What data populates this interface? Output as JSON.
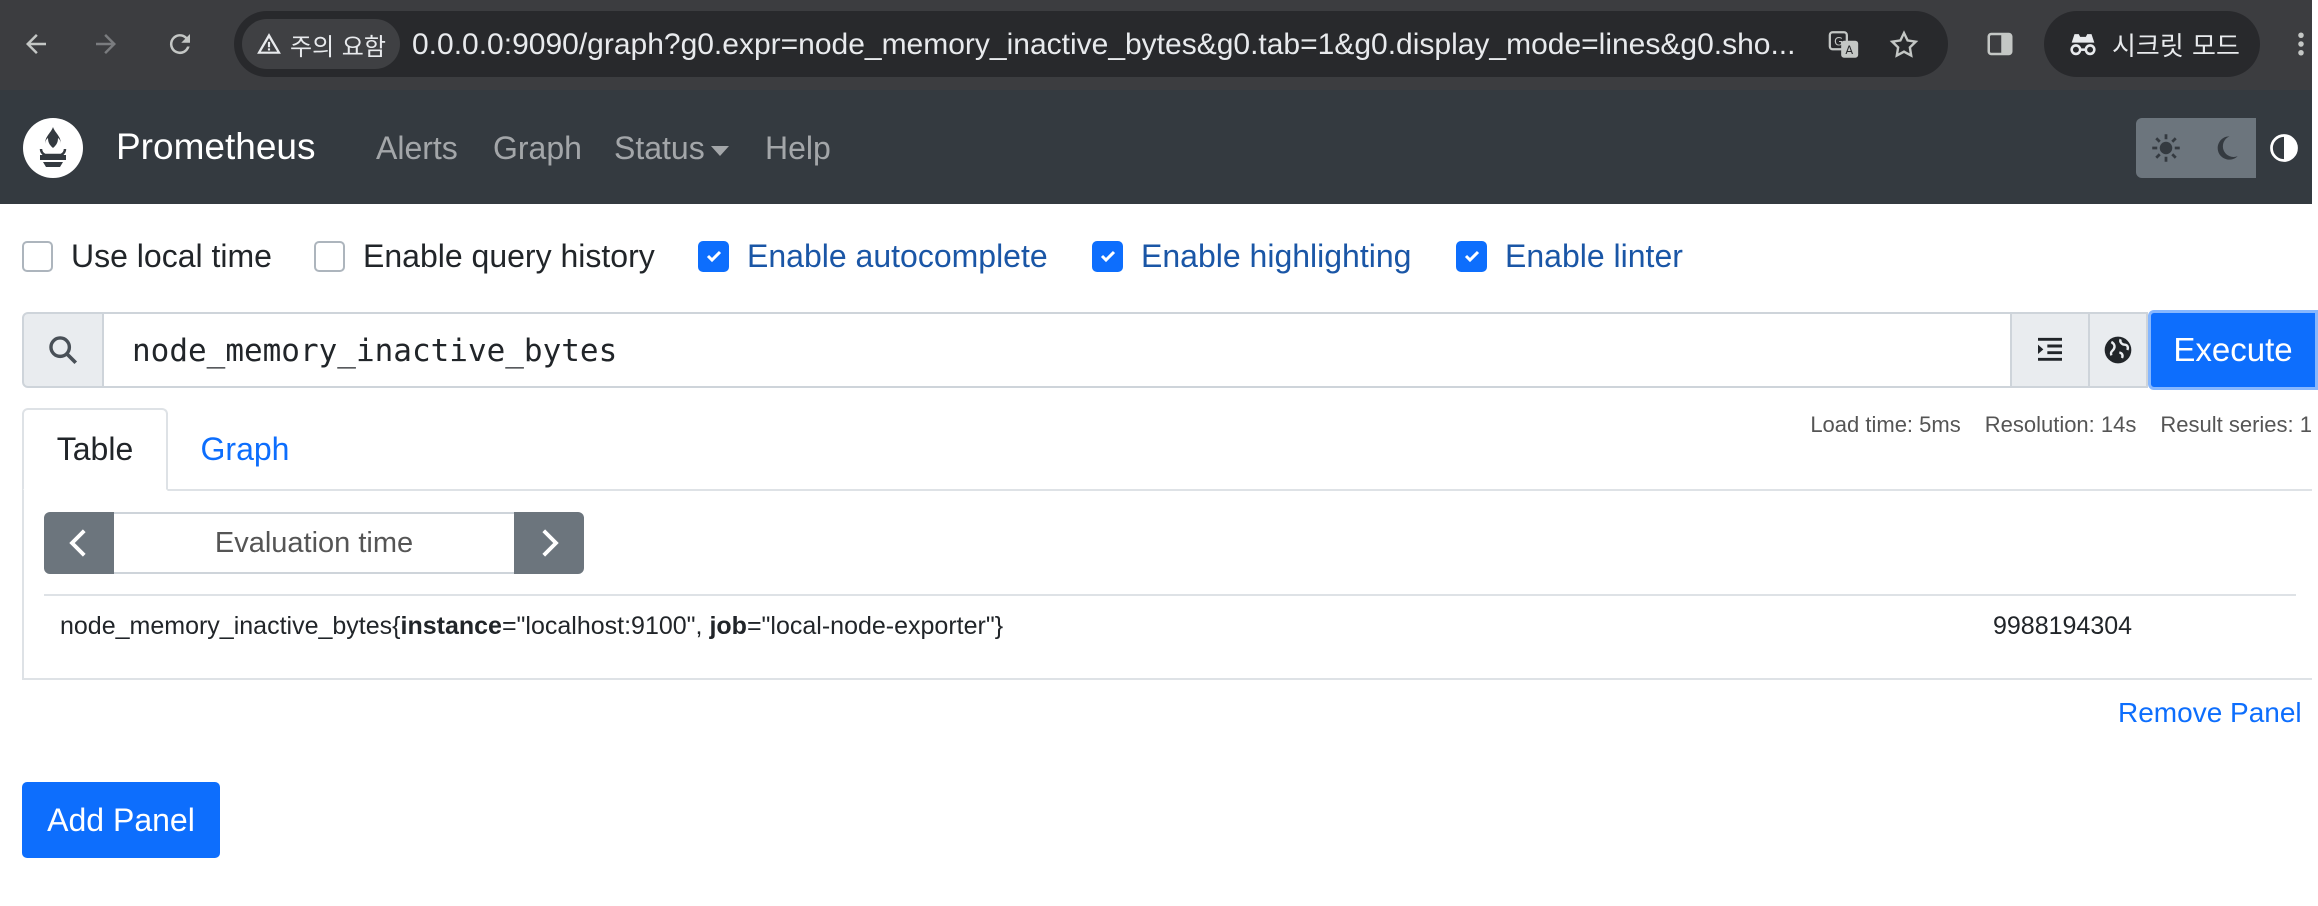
{
  "browser": {
    "security_label": "주의 요함",
    "url": "0.0.0.0:9090/graph?g0.expr=node_memory_inactive_bytes&g0.tab=1&g0.display_mode=lines&g0.sho...",
    "incognito_label": "시크릿 모드"
  },
  "nav": {
    "brand": "Prometheus",
    "links": [
      "Alerts",
      "Graph",
      "Status",
      "Help"
    ]
  },
  "options": {
    "use_local_time": {
      "label": "Use local time",
      "checked": false
    },
    "query_history": {
      "label": "Enable query history",
      "checked": false
    },
    "autocomplete": {
      "label": "Enable autocomplete",
      "checked": true
    },
    "highlighting": {
      "label": "Enable highlighting",
      "checked": true
    },
    "linter": {
      "label": "Enable linter",
      "checked": true
    }
  },
  "query": {
    "expression": "node_memory_inactive_bytes",
    "execute_label": "Execute"
  },
  "tabs": {
    "table": "Table",
    "graph": "Graph",
    "active": "Table"
  },
  "stats": {
    "load_time": "Load time: 5ms",
    "resolution": "Resolution: 14s",
    "result_series": "Result series: 1"
  },
  "table_view": {
    "eval_time_placeholder": "Evaluation time",
    "rows": [
      {
        "metric": "node_memory_inactive_bytes",
        "label1_key": "instance",
        "label1_value": "\"localhost:9100\"",
        "label2_key": "job",
        "label2_value": "\"local-node-exporter\"",
        "value": "9988194304"
      }
    ]
  },
  "actions": {
    "remove_panel": "Remove Panel",
    "add_panel": "Add Panel"
  },
  "colors": {
    "navbar": "#343a40",
    "primary": "#0d6efd",
    "chrome": "#3c3d40"
  }
}
